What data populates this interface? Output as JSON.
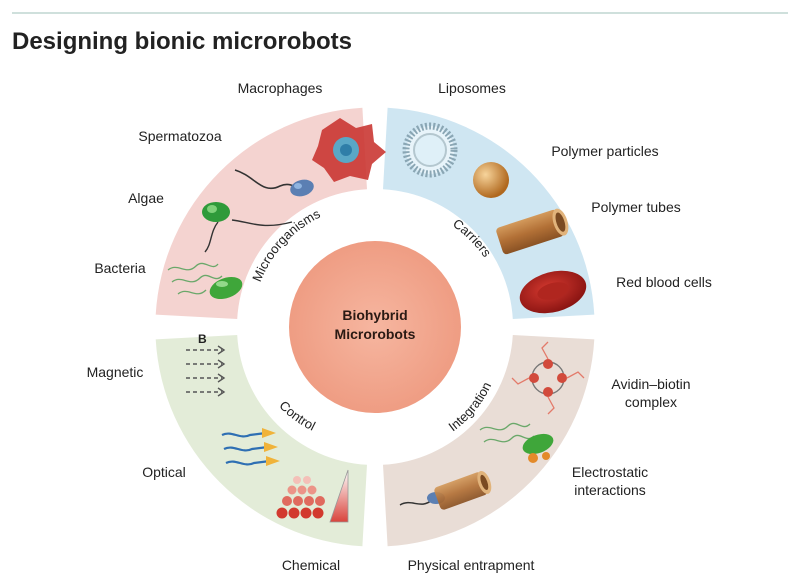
{
  "title": "Designing bionic microrobots",
  "center": {
    "line1": "Biohybrid",
    "line2": "Microrobots"
  },
  "quadrants": {
    "microorganisms": {
      "label": "Microorganisms",
      "color": "#f4d3d0",
      "items": [
        "Macrophages",
        "Spermatozoa",
        "Algae",
        "Bacteria"
      ]
    },
    "carriers": {
      "label": "Carriers",
      "color": "#cfe6f2",
      "items": [
        "Liposomes",
        "Polymer particles",
        "Polymer tubes",
        "Red blood cells"
      ]
    },
    "integration": {
      "label": "Integration",
      "color": "#e9ddd6",
      "items": [
        "Avidin–biotin",
        "complex",
        "Electrostatic",
        "interactions",
        "Physical entrapment"
      ]
    },
    "control": {
      "label": "Control",
      "color": "#e3ecd8",
      "items": [
        "Magnetic",
        "Optical",
        "Chemical"
      ],
      "field_label": "B"
    }
  },
  "colors": {
    "center": "#f2a48c",
    "accent_red": "#c8322e",
    "green": "#2f9a3a",
    "orange": "#e38a2a"
  }
}
